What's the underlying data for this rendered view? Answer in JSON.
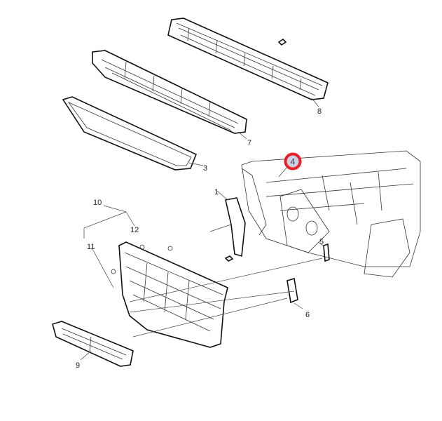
{
  "diagram": {
    "callouts": [
      {
        "id": "callout-8",
        "label": "8"
      },
      {
        "id": "callout-7",
        "label": "7"
      },
      {
        "id": "callout-3",
        "label": "3"
      },
      {
        "id": "callout-4",
        "label": "4",
        "highlighted": true
      },
      {
        "id": "callout-1",
        "label": "1"
      },
      {
        "id": "callout-10",
        "label": "10"
      },
      {
        "id": "callout-12",
        "label": "12"
      },
      {
        "id": "callout-11",
        "label": "11"
      },
      {
        "id": "callout-5",
        "label": "5"
      },
      {
        "id": "callout-6",
        "label": "6"
      },
      {
        "id": "callout-9",
        "label": "9"
      }
    ],
    "highlight_ring_color": "#e8202a",
    "highlight_fill_color": "#c9d1e2"
  }
}
